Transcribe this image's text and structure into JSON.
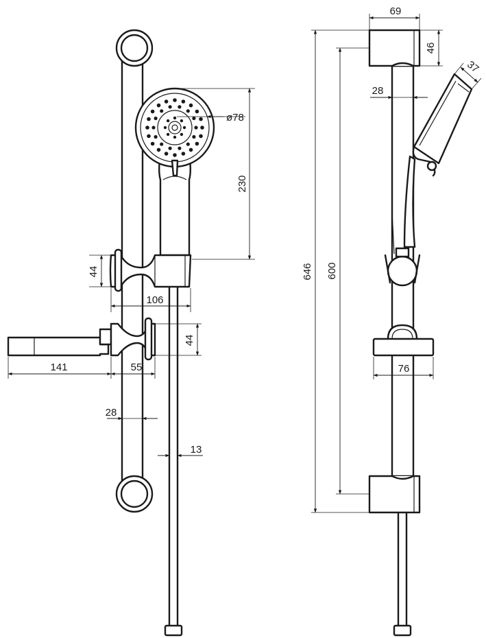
{
  "dimensions": {
    "front_width_106": "106",
    "front_height_44_left": "44",
    "front_height_44_right": "44",
    "front_soap_141": "141",
    "front_soap_55": "55",
    "front_bar_28": "28",
    "front_hose_13": "13",
    "front_head_diameter": "ø78",
    "front_head_230": "230",
    "side_bracket_69": "69",
    "side_bracket_46": "46",
    "side_bar_28": "28",
    "side_head_37": "37",
    "side_total_646": "646",
    "side_span_600": "600",
    "side_slider_76": "76"
  }
}
